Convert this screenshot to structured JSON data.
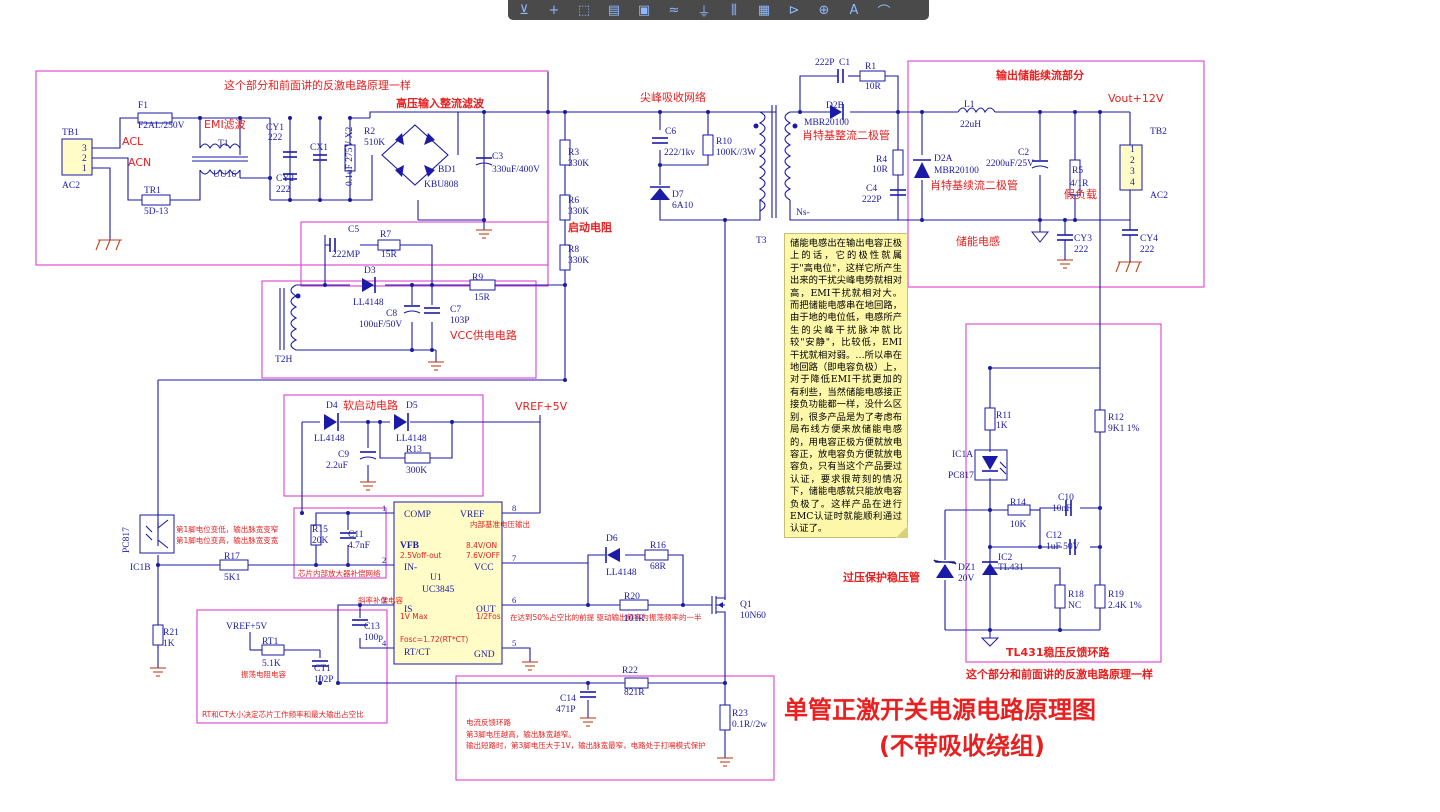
{
  "toolbar": {
    "items": [
      {
        "icon": "filter-icon",
        "glyph": "⊻"
      },
      {
        "icon": "crosshair-icon",
        "glyph": "+"
      },
      {
        "icon": "select-rect-icon",
        "glyph": "⬚"
      },
      {
        "icon": "align-icon",
        "glyph": "▤"
      },
      {
        "icon": "component-icon",
        "glyph": "▣"
      },
      {
        "icon": "net-icon",
        "glyph": "≈"
      },
      {
        "icon": "ground-icon",
        "glyph": "⏚"
      },
      {
        "icon": "bus-icon",
        "glyph": "⫼"
      },
      {
        "icon": "chip-icon",
        "glyph": "▦"
      },
      {
        "icon": "port-icon",
        "glyph": "⊳"
      },
      {
        "icon": "power-icon",
        "glyph": "⊕"
      },
      {
        "icon": "text-icon",
        "glyph": "A"
      },
      {
        "icon": "arc-icon",
        "glyph": "⌒"
      }
    ]
  },
  "colors": {
    "wire": "#1a1aa6",
    "box": "#e040d0",
    "red": "#e82020",
    "label": "#1a1aa6",
    "body": "#1a1aa6",
    "fill": "#fffcc8"
  },
  "title": {
    "line1": "单管正激开关电源电路原理图",
    "line2": "(不带吸收绕组)"
  },
  "sections": {
    "emi_box": "这个部分和前面讲的反激电路原理一样",
    "emi": "EMI滤波",
    "hv_rect": "高压输入整流滤波",
    "snubber": "尖峰吸收网络",
    "output": "输出储能续流部分",
    "start_res": "启动电阻",
    "vcc": "VCC供电电路",
    "soft": "软启动电路",
    "storage": "储能电感",
    "tl431": "TL431稳压反馈环路",
    "tl431_box": "这个部分和前面讲的反激电路原理一样",
    "ovp": "过压保护稳压管",
    "schottky1": "肖特基整流二极管",
    "schottky2": "肖特基续流二极管",
    "dummy": "假负载",
    "amp_comp": "芯片内部放大器补偿网络",
    "slope": "斜率补偿电容",
    "osc_cap": "振荡电阻电容",
    "rtct": "RT和CT大小决定芯片工作频率和最大输出占空比",
    "out_note": "在达到50%占空比的前提 驱动输出频率为振荡频率的一半",
    "vref_note": "内部基准电压输出",
    "comp_note1": "第1脚电位变低，输出脉宽变窄",
    "comp_note2": "第1脚电位变高，输出脉宽变宽",
    "cs_title": "电流反馈环路",
    "cs_note1": "第3脚电压越高，输出脉宽越窄。",
    "cs_note2": "输出短路时，第3脚电压大于1V，输出脉宽最窄，电路处于打嗝模式保护"
  },
  "note": "储能电感出在输出电容正极上的话，它的极性就属于\"高电位\"，这样它所产生出来的干扰尖峰电势就相对高，EMI干扰就相对大。而把储能电感串在地回路，由于地的电位低，电感所产生的尖峰干扰脉冲就比较\"安静\"，比较低，EMI干扰就相对弱。…所以串在地回路（即电容负极）上，对于降低EMI干扰更加的有利些，当然储能电感接正接负功能都一样，没什么区别，很多产品是为了考虑布局布线方便来放储能电感的，用电容正极方便就放电容正，放电容负方便就放电容负，只有当这个产品要过认证，要求很苛刻的情况下，储能电感就只能放电容负极了。这样产品在进行EMC认证时就能顺利通过认证了。",
  "components": {
    "TB1": "TB1",
    "ACL": "ACL",
    "ACN": "ACN",
    "AC2a": "AC2",
    "F1": "F1",
    "F1v": "F2AL/250V",
    "T1": "T1",
    "UU16": "UU16",
    "TR1": "TR1",
    "TR1v": "5D-13",
    "CY1": "CY1",
    "CY1v": "222",
    "CY2": "CY2",
    "CY2v": "222",
    "CX1": "CX1",
    "CX1v": "0.1uF 275V X2",
    "R2": "R2",
    "R2v": "510K",
    "BD1": "BD1",
    "BD1v": "KBU808",
    "C3": "C3",
    "C3v": "330uF/400V",
    "R3": "R3",
    "R3v": "330K",
    "R6": "R6",
    "R6v": "330K",
    "R8": "R8",
    "R8v": "330K",
    "C6": "C6",
    "C6v": "222/1kv",
    "R10": "R10",
    "R10v": "100K//3W",
    "D7": "D7",
    "D7v": "6A10",
    "T3": "T3",
    "Ns": "Ns-",
    "C1": "C1",
    "C1v": "222P",
    "R1": "R1",
    "R1v": "10R",
    "D2B": "D2B",
    "D2Bv": "MBR20100",
    "D2A": "D2A",
    "D2Av": "MBR20100",
    "R4": "R4",
    "R4v": "10R",
    "C4": "C4",
    "C4v": "222P",
    "L1": "L1",
    "L1v": "22uH",
    "Vout": "Vout+12V",
    "C2": "C2",
    "C2v": "2200uF/25V",
    "R5": "R5",
    "R5v": "4/1R",
    "TB2": "TB2",
    "AC2b": "AC2",
    "CY3": "CY3",
    "CY3v": "222",
    "CY4": "CY4",
    "CY4v": "222",
    "C5": "C5",
    "C5v": "222MP",
    "R7": "R7",
    "R7v": "15R",
    "D3": "D3",
    "D3v": "LL4148",
    "R9": "R9",
    "R9v": "15R",
    "C8": "C8",
    "C8v": "100uF/50V",
    "C7": "C7",
    "C7v": "103P",
    "T2H": "T2H",
    "D4": "D4",
    "D4v": "LL4148",
    "D5": "D5",
    "D5v": "LL4148",
    "C9": "C9",
    "C9v": "2.2uF",
    "R13": "R13",
    "R13v": "300K",
    "VREF1": "VREF+5V",
    "R15": "R15",
    "R15v": "20K",
    "C11": "C11",
    "C11v": "4.7nF",
    "PC817a": "PC817",
    "IC1B": "IC1B",
    "R17": "R17",
    "R17v": "5K1",
    "R21": "R21",
    "R21v": "1K",
    "C13": "C13",
    "C13v": "100p",
    "VREF2": "VREF+5V",
    "RT1": "RT1",
    "RT1v": "5.1K",
    "CT1": "CT1",
    "CT1v": "102P",
    "U1": "U1",
    "U1v": "UC3845",
    "p_comp": "COMP",
    "p_vfb": "VFB",
    "p_in": "IN-",
    "p_is": "IS",
    "p_rtct": "RT/CT",
    "p_vref": "VREF",
    "p_vcc": "VCC",
    "p_out": "OUT",
    "p_gnd": "GND",
    "vfb_th": "2.5Voff-out",
    "on_th": "8.4V/ON",
    "off_th": "7.6V/OFF",
    "is_th": "1V Max",
    "fosc": "Fosc=1.72(RT*CT)",
    "out_f": "1/2Fos",
    "n1": "1",
    "n2": "2",
    "n3": "3",
    "n4": "4",
    "n5": "5",
    "n6": "6",
    "n7": "7",
    "n8": "8",
    "D6": "D6",
    "D6v": "LL4148",
    "R16": "R16",
    "R16v": "68R",
    "R20": "R20",
    "R20v": "101R",
    "Q1": "Q1",
    "Q1v": "10N60",
    "R22": "R22",
    "R22v": "821R",
    "C14": "C14",
    "C14v": "471P",
    "R23": "R23",
    "R23v": "0.1R//2w",
    "R11": "R11",
    "R11v": "1K",
    "R12": "R12",
    "R12v": "9K1 1%",
    "IC1A": "IC1A",
    "PC817b": "PC817",
    "R14": "R14",
    "R14v": "10K",
    "C10": "C10",
    "C10v": "10nF",
    "C12": "C12",
    "C12v": "1uF 50V",
    "DZ1": "DZ1",
    "DZ1v": "20V",
    "IC2": "IC2",
    "IC2v": "TL431",
    "R18": "R18",
    "R18v": "NC",
    "R19": "R19",
    "R19v": "2.4K 1%",
    "pin3": "3",
    "pin2": "2",
    "pin1": "1",
    "pin4": "4"
  }
}
